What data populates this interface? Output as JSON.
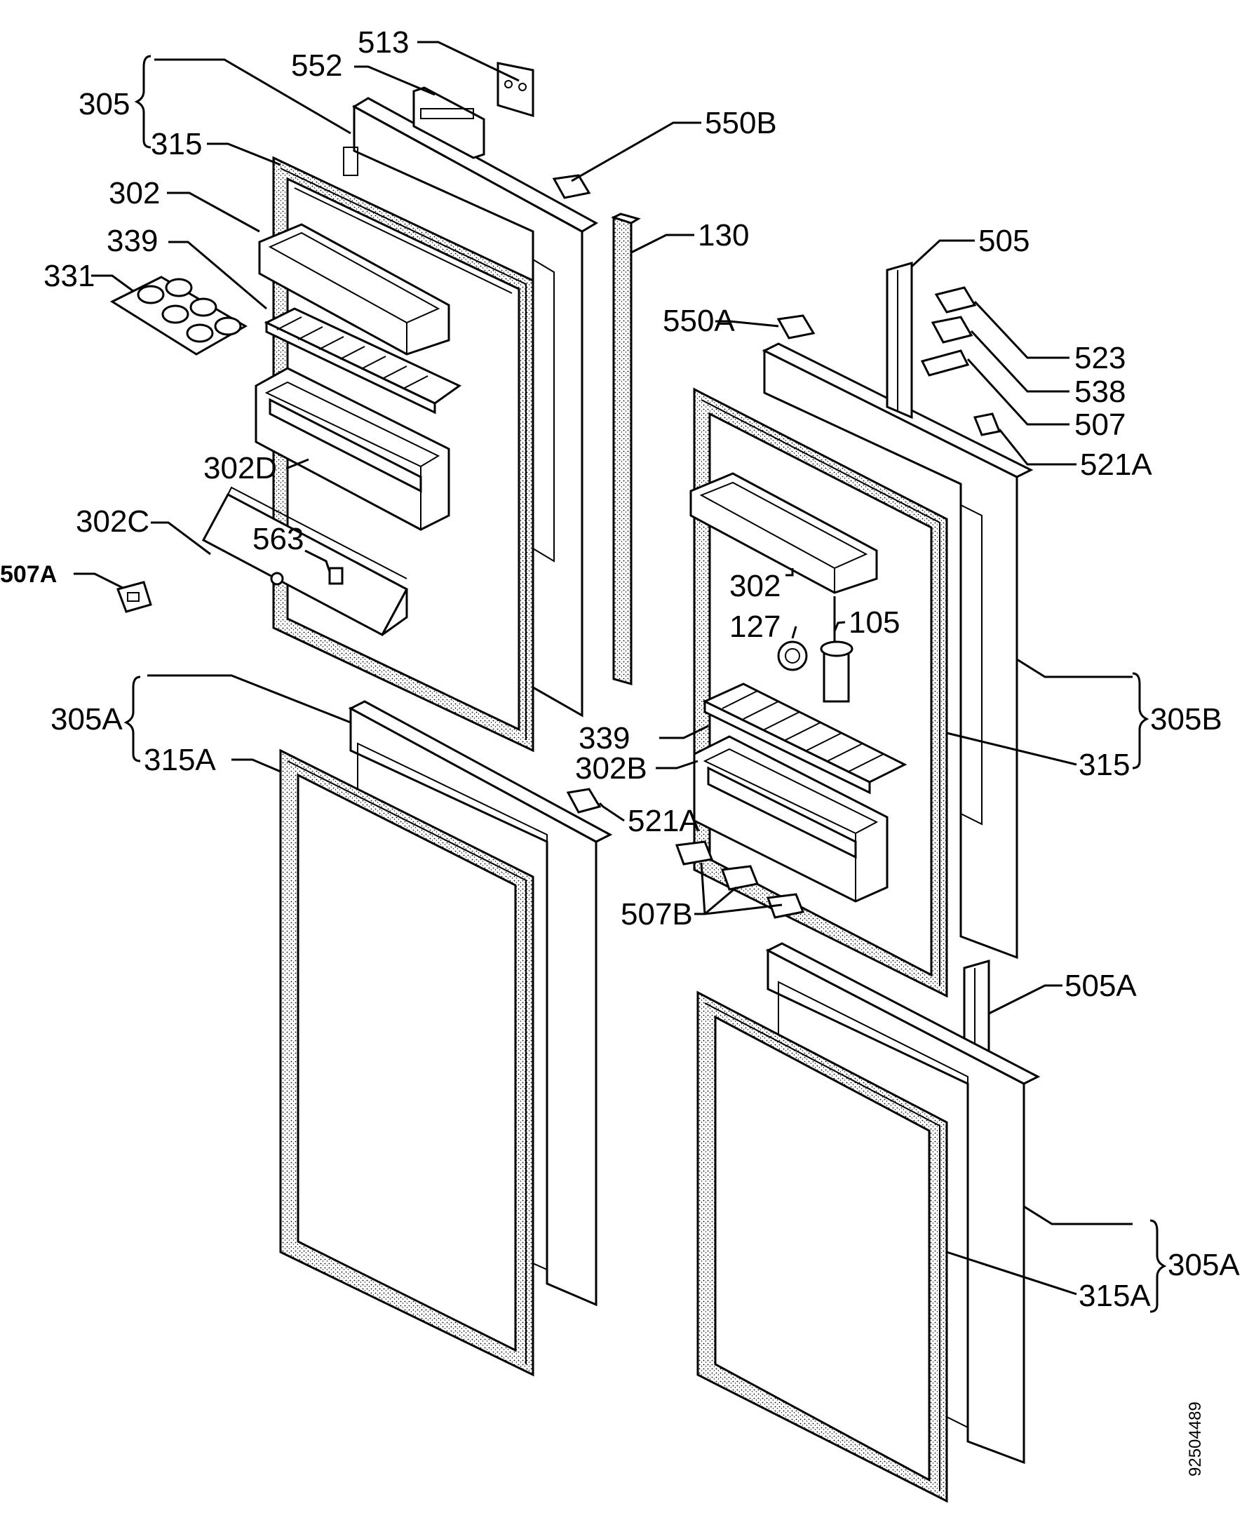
{
  "labels": {
    "l513": "513",
    "l552": "552",
    "l305_top": "305",
    "l315_top": "315",
    "l302_top": "302",
    "l339_top": "339",
    "l331": "331",
    "l302D": "302D",
    "l302C": "302C",
    "l563": "563",
    "l507A": "507A",
    "l305A_left": "305A",
    "l315A_left": "315A",
    "l550B": "550B",
    "l130": "130",
    "l550A": "550A",
    "l505": "505",
    "l523": "523",
    "l538": "538",
    "l507": "507",
    "l521A_top": "521A",
    "l302_right": "302",
    "l127": "127",
    "l105": "105",
    "l339_right": "339",
    "l302B": "302B",
    "l305B": "305B",
    "l315_right": "315",
    "l521A_mid": "521A",
    "l507B": "507B",
    "l505A": "505A",
    "l305A_right": "305A",
    "l315A_right": "315A"
  },
  "document_number": "92504489"
}
